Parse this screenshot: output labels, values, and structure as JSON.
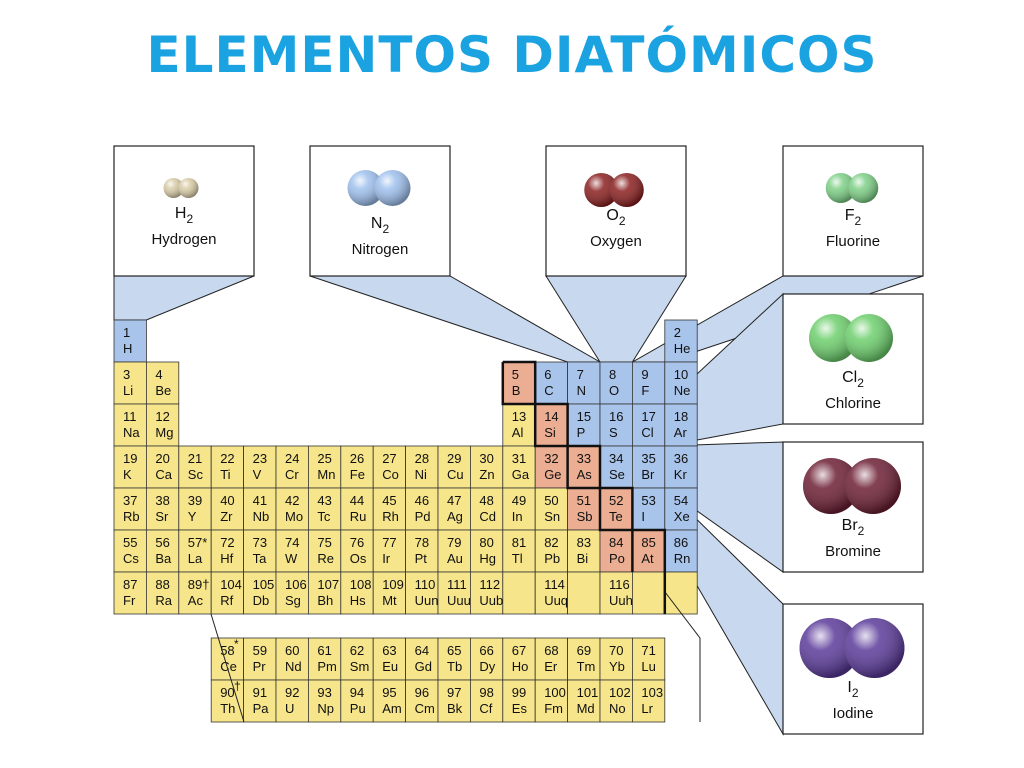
{
  "title": "ELEMENTOS DIATÓMICOS",
  "colors": {
    "title": "#1aa3e0",
    "metal": "#f6e58a",
    "nonmetal": "#a9c4ea",
    "metalloid": "#ecae93",
    "callout": "#c7d8ef",
    "hydrogen": "#d8cba6",
    "nitrogen": "#9dbfec",
    "oxygen": "#8a1f1f",
    "fluorine": "#7dcf86",
    "chlorine": "#6dcf6d",
    "bromine": "#6d1f34",
    "iodine": "#5b3a9a"
  },
  "molecules": [
    {
      "formula": "H",
      "sub": "2",
      "name": "Hydrogen",
      "icon": "hydrogen-molecule-icon"
    },
    {
      "formula": "N",
      "sub": "2",
      "name": "Nitrogen",
      "icon": "nitrogen-molecule-icon"
    },
    {
      "formula": "O",
      "sub": "2",
      "name": "Oxygen",
      "icon": "oxygen-molecule-icon"
    },
    {
      "formula": "F",
      "sub": "2",
      "name": "Fluorine",
      "icon": "fluorine-molecule-icon"
    },
    {
      "formula": "Cl",
      "sub": "2",
      "name": "Chlorine",
      "icon": "chlorine-molecule-icon"
    },
    {
      "formula": "Br",
      "sub": "2",
      "name": "Bromine",
      "icon": "bromine-molecule-icon"
    },
    {
      "formula": "I",
      "sub": "2",
      "name": "Iodine",
      "icon": "iodine-molecule-icon"
    }
  ],
  "elements": [
    {
      "n": "1",
      "s": "H",
      "r": 1,
      "c": 1,
      "t": "nonmetal"
    },
    {
      "n": "2",
      "s": "He",
      "r": 1,
      "c": 18,
      "t": "nonmetal"
    },
    {
      "n": "3",
      "s": "Li",
      "r": 2,
      "c": 1,
      "t": "metal"
    },
    {
      "n": "4",
      "s": "Be",
      "r": 2,
      "c": 2,
      "t": "metal"
    },
    {
      "n": "5",
      "s": "B",
      "r": 2,
      "c": 13,
      "t": "metalloid"
    },
    {
      "n": "6",
      "s": "C",
      "r": 2,
      "c": 14,
      "t": "nonmetal"
    },
    {
      "n": "7",
      "s": "N",
      "r": 2,
      "c": 15,
      "t": "nonmetal"
    },
    {
      "n": "8",
      "s": "O",
      "r": 2,
      "c": 16,
      "t": "nonmetal"
    },
    {
      "n": "9",
      "s": "F",
      "r": 2,
      "c": 17,
      "t": "nonmetal"
    },
    {
      "n": "10",
      "s": "Ne",
      "r": 2,
      "c": 18,
      "t": "nonmetal"
    },
    {
      "n": "11",
      "s": "Na",
      "r": 3,
      "c": 1,
      "t": "metal"
    },
    {
      "n": "12",
      "s": "Mg",
      "r": 3,
      "c": 2,
      "t": "metal"
    },
    {
      "n": "13",
      "s": "Al",
      "r": 3,
      "c": 13,
      "t": "metal"
    },
    {
      "n": "14",
      "s": "Si",
      "r": 3,
      "c": 14,
      "t": "metalloid"
    },
    {
      "n": "15",
      "s": "P",
      "r": 3,
      "c": 15,
      "t": "nonmetal"
    },
    {
      "n": "16",
      "s": "S",
      "r": 3,
      "c": 16,
      "t": "nonmetal"
    },
    {
      "n": "17",
      "s": "Cl",
      "r": 3,
      "c": 17,
      "t": "nonmetal"
    },
    {
      "n": "18",
      "s": "Ar",
      "r": 3,
      "c": 18,
      "t": "nonmetal"
    },
    {
      "n": "19",
      "s": "K",
      "r": 4,
      "c": 1,
      "t": "metal"
    },
    {
      "n": "20",
      "s": "Ca",
      "r": 4,
      "c": 2,
      "t": "metal"
    },
    {
      "n": "21",
      "s": "Sc",
      "r": 4,
      "c": 3,
      "t": "metal"
    },
    {
      "n": "22",
      "s": "Ti",
      "r": 4,
      "c": 4,
      "t": "metal"
    },
    {
      "n": "23",
      "s": "V",
      "r": 4,
      "c": 5,
      "t": "metal"
    },
    {
      "n": "24",
      "s": "Cr",
      "r": 4,
      "c": 6,
      "t": "metal"
    },
    {
      "n": "25",
      "s": "Mn",
      "r": 4,
      "c": 7,
      "t": "metal"
    },
    {
      "n": "26",
      "s": "Fe",
      "r": 4,
      "c": 8,
      "t": "metal"
    },
    {
      "n": "27",
      "s": "Co",
      "r": 4,
      "c": 9,
      "t": "metal"
    },
    {
      "n": "28",
      "s": "Ni",
      "r": 4,
      "c": 10,
      "t": "metal"
    },
    {
      "n": "29",
      "s": "Cu",
      "r": 4,
      "c": 11,
      "t": "metal"
    },
    {
      "n": "30",
      "s": "Zn",
      "r": 4,
      "c": 12,
      "t": "metal"
    },
    {
      "n": "31",
      "s": "Ga",
      "r": 4,
      "c": 13,
      "t": "metal"
    },
    {
      "n": "32",
      "s": "Ge",
      "r": 4,
      "c": 14,
      "t": "metalloid"
    },
    {
      "n": "33",
      "s": "As",
      "r": 4,
      "c": 15,
      "t": "metalloid"
    },
    {
      "n": "34",
      "s": "Se",
      "r": 4,
      "c": 16,
      "t": "nonmetal"
    },
    {
      "n": "35",
      "s": "Br",
      "r": 4,
      "c": 17,
      "t": "nonmetal"
    },
    {
      "n": "36",
      "s": "Kr",
      "r": 4,
      "c": 18,
      "t": "nonmetal"
    },
    {
      "n": "37",
      "s": "Rb",
      "r": 5,
      "c": 1,
      "t": "metal"
    },
    {
      "n": "38",
      "s": "Sr",
      "r": 5,
      "c": 2,
      "t": "metal"
    },
    {
      "n": "39",
      "s": "Y",
      "r": 5,
      "c": 3,
      "t": "metal"
    },
    {
      "n": "40",
      "s": "Zr",
      "r": 5,
      "c": 4,
      "t": "metal"
    },
    {
      "n": "41",
      "s": "Nb",
      "r": 5,
      "c": 5,
      "t": "metal"
    },
    {
      "n": "42",
      "s": "Mo",
      "r": 5,
      "c": 6,
      "t": "metal"
    },
    {
      "n": "43",
      "s": "Tc",
      "r": 5,
      "c": 7,
      "t": "metal"
    },
    {
      "n": "44",
      "s": "Ru",
      "r": 5,
      "c": 8,
      "t": "metal"
    },
    {
      "n": "45",
      "s": "Rh",
      "r": 5,
      "c": 9,
      "t": "metal"
    },
    {
      "n": "46",
      "s": "Pd",
      "r": 5,
      "c": 10,
      "t": "metal"
    },
    {
      "n": "47",
      "s": "Ag",
      "r": 5,
      "c": 11,
      "t": "metal"
    },
    {
      "n": "48",
      "s": "Cd",
      "r": 5,
      "c": 12,
      "t": "metal"
    },
    {
      "n": "49",
      "s": "In",
      "r": 5,
      "c": 13,
      "t": "metal"
    },
    {
      "n": "50",
      "s": "Sn",
      "r": 5,
      "c": 14,
      "t": "metal"
    },
    {
      "n": "51",
      "s": "Sb",
      "r": 5,
      "c": 15,
      "t": "metalloid"
    },
    {
      "n": "52",
      "s": "Te",
      "r": 5,
      "c": 16,
      "t": "metalloid"
    },
    {
      "n": "53",
      "s": "I",
      "r": 5,
      "c": 17,
      "t": "nonmetal"
    },
    {
      "n": "54",
      "s": "Xe",
      "r": 5,
      "c": 18,
      "t": "nonmetal"
    },
    {
      "n": "55",
      "s": "Cs",
      "r": 6,
      "c": 1,
      "t": "metal"
    },
    {
      "n": "56",
      "s": "Ba",
      "r": 6,
      "c": 2,
      "t": "metal"
    },
    {
      "n": "57*",
      "s": "La",
      "r": 6,
      "c": 3,
      "t": "metal"
    },
    {
      "n": "72",
      "s": "Hf",
      "r": 6,
      "c": 4,
      "t": "metal"
    },
    {
      "n": "73",
      "s": "Ta",
      "r": 6,
      "c": 5,
      "t": "metal"
    },
    {
      "n": "74",
      "s": "W",
      "r": 6,
      "c": 6,
      "t": "metal"
    },
    {
      "n": "75",
      "s": "Re",
      "r": 6,
      "c": 7,
      "t": "metal"
    },
    {
      "n": "76",
      "s": "Os",
      "r": 6,
      "c": 8,
      "t": "metal"
    },
    {
      "n": "77",
      "s": "Ir",
      "r": 6,
      "c": 9,
      "t": "metal"
    },
    {
      "n": "78",
      "s": "Pt",
      "r": 6,
      "c": 10,
      "t": "metal"
    },
    {
      "n": "79",
      "s": "Au",
      "r": 6,
      "c": 11,
      "t": "metal"
    },
    {
      "n": "80",
      "s": "Hg",
      "r": 6,
      "c": 12,
      "t": "metal"
    },
    {
      "n": "81",
      "s": "Tl",
      "r": 6,
      "c": 13,
      "t": "metal"
    },
    {
      "n": "82",
      "s": "Pb",
      "r": 6,
      "c": 14,
      "t": "metal"
    },
    {
      "n": "83",
      "s": "Bi",
      "r": 6,
      "c": 15,
      "t": "metal"
    },
    {
      "n": "84",
      "s": "Po",
      "r": 6,
      "c": 16,
      "t": "metalloid"
    },
    {
      "n": "85",
      "s": "At",
      "r": 6,
      "c": 17,
      "t": "metalloid"
    },
    {
      "n": "86",
      "s": "Rn",
      "r": 6,
      "c": 18,
      "t": "nonmetal"
    },
    {
      "n": "87",
      "s": "Fr",
      "r": 7,
      "c": 1,
      "t": "metal"
    },
    {
      "n": "88",
      "s": "Ra",
      "r": 7,
      "c": 2,
      "t": "metal"
    },
    {
      "n": "89†",
      "s": "Ac",
      "r": 7,
      "c": 3,
      "t": "metal"
    },
    {
      "n": "104",
      "s": "Rf",
      "r": 7,
      "c": 4,
      "t": "metal"
    },
    {
      "n": "105",
      "s": "Db",
      "r": 7,
      "c": 5,
      "t": "metal"
    },
    {
      "n": "106",
      "s": "Sg",
      "r": 7,
      "c": 6,
      "t": "metal"
    },
    {
      "n": "107",
      "s": "Bh",
      "r": 7,
      "c": 7,
      "t": "metal"
    },
    {
      "n": "108",
      "s": "Hs",
      "r": 7,
      "c": 8,
      "t": "metal"
    },
    {
      "n": "109",
      "s": "Mt",
      "r": 7,
      "c": 9,
      "t": "metal"
    },
    {
      "n": "110",
      "s": "Uun",
      "r": 7,
      "c": 10,
      "t": "metal"
    },
    {
      "n": "111",
      "s": "Uuu",
      "r": 7,
      "c": 11,
      "t": "metal"
    },
    {
      "n": "112",
      "s": "Uub",
      "r": 7,
      "c": 12,
      "t": "metal"
    },
    {
      "n": "",
      "s": "",
      "r": 7,
      "c": 13,
      "t": "metal"
    },
    {
      "n": "114",
      "s": "Uuq",
      "r": 7,
      "c": 14,
      "t": "metal"
    },
    {
      "n": "",
      "s": "",
      "r": 7,
      "c": 15,
      "t": "metal"
    },
    {
      "n": "116",
      "s": "Uuh",
      "r": 7,
      "c": 16,
      "t": "metal"
    },
    {
      "n": "",
      "s": "",
      "r": 7,
      "c": 17,
      "t": "metal"
    },
    {
      "n": "",
      "s": "",
      "r": 7,
      "c": 18,
      "t": "metal"
    },
    {
      "n": "58",
      "s": "Ce",
      "r": 8,
      "c": 4,
      "t": "metal"
    },
    {
      "n": "59",
      "s": "Pr",
      "r": 8,
      "c": 5,
      "t": "metal"
    },
    {
      "n": "60",
      "s": "Nd",
      "r": 8,
      "c": 6,
      "t": "metal"
    },
    {
      "n": "61",
      "s": "Pm",
      "r": 8,
      "c": 7,
      "t": "metal"
    },
    {
      "n": "62",
      "s": "Sm",
      "r": 8,
      "c": 8,
      "t": "metal"
    },
    {
      "n": "63",
      "s": "Eu",
      "r": 8,
      "c": 9,
      "t": "metal"
    },
    {
      "n": "64",
      "s": "Gd",
      "r": 8,
      "c": 10,
      "t": "metal"
    },
    {
      "n": "65",
      "s": "Tb",
      "r": 8,
      "c": 11,
      "t": "metal"
    },
    {
      "n": "66",
      "s": "Dy",
      "r": 8,
      "c": 12,
      "t": "metal"
    },
    {
      "n": "67",
      "s": "Ho",
      "r": 8,
      "c": 13,
      "t": "metal"
    },
    {
      "n": "68",
      "s": "Er",
      "r": 8,
      "c": 14,
      "t": "metal"
    },
    {
      "n": "69",
      "s": "Tm",
      "r": 8,
      "c": 15,
      "t": "metal"
    },
    {
      "n": "70",
      "s": "Yb",
      "r": 8,
      "c": 16,
      "t": "metal"
    },
    {
      "n": "71",
      "s": "Lu",
      "r": 8,
      "c": 17,
      "t": "metal"
    },
    {
      "n": "90",
      "s": "Th",
      "r": 9,
      "c": 4,
      "t": "metal"
    },
    {
      "n": "91",
      "s": "Pa",
      "r": 9,
      "c": 5,
      "t": "metal"
    },
    {
      "n": "92",
      "s": "U",
      "r": 9,
      "c": 6,
      "t": "metal"
    },
    {
      "n": "93",
      "s": "Np",
      "r": 9,
      "c": 7,
      "t": "metal"
    },
    {
      "n": "94",
      "s": "Pu",
      "r": 9,
      "c": 8,
      "t": "metal"
    },
    {
      "n": "95",
      "s": "Am",
      "r": 9,
      "c": 9,
      "t": "metal"
    },
    {
      "n": "96",
      "s": "Cm",
      "r": 9,
      "c": 10,
      "t": "metal"
    },
    {
      "n": "97",
      "s": "Bk",
      "r": 9,
      "c": 11,
      "t": "metal"
    },
    {
      "n": "98",
      "s": "Cf",
      "r": 9,
      "c": 12,
      "t": "metal"
    },
    {
      "n": "99",
      "s": "Es",
      "r": 9,
      "c": 13,
      "t": "metal"
    },
    {
      "n": "100",
      "s": "Fm",
      "r": 9,
      "c": 14,
      "t": "metal"
    },
    {
      "n": "101",
      "s": "Md",
      "r": 9,
      "c": 15,
      "t": "metal"
    },
    {
      "n": "102",
      "s": "No",
      "r": 9,
      "c": 16,
      "t": "metal"
    },
    {
      "n": "103",
      "s": "Lr",
      "r": 9,
      "c": 17,
      "t": "metal"
    }
  ],
  "footnote_marks": {
    "lanthanide": "*",
    "actinide": "†"
  }
}
